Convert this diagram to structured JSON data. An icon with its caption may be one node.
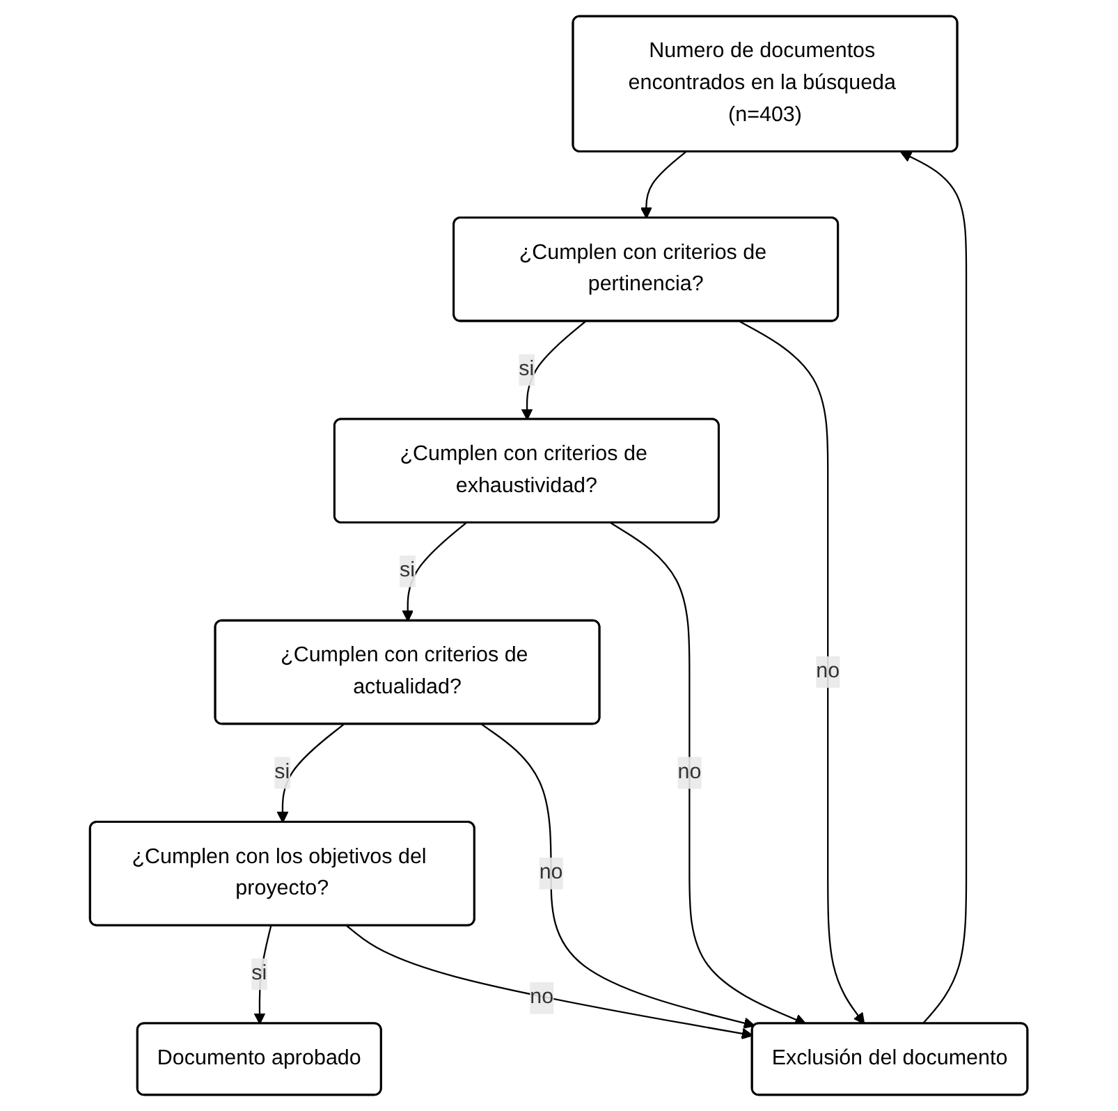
{
  "diagram": {
    "nodes": [
      {
        "text": [
          "Numero de documentos encontrados en la búsqueda (n=403)"
        ]
      },
      {
        "text": [
          "¿Cumplen con criterios de pertinencia?"
        ]
      },
      {
        "text": [
          "Exclusión del documento"
        ]
      },
      {
        "text": [
          "¿Cumplen con criterios de exhaustividad?"
        ]
      },
      {
        "text": [
          "¿Cumplen con criterios de actualidad?"
        ]
      },
      {
        "text": [
          "¿Cumplen con los objetivos del proyecto?"
        ]
      },
      {
        "text": [
          "Documento aprobado"
        ]
      }
    ],
    "edges": [
      {
        "from": 0,
        "to": 1,
        "arrow": "to"
      },
      {
        "from": 1,
        "to": 3,
        "arrow": "to",
        "label": "si"
      },
      {
        "from": 1,
        "to": 2,
        "arrow": "to",
        "label": "no"
      },
      {
        "from": 3,
        "to": 4,
        "arrow": "to",
        "label": "si"
      },
      {
        "from": 3,
        "to": 2,
        "arrow": "to",
        "label": "no"
      },
      {
        "from": 4,
        "to": 5,
        "arrow": "to",
        "label": "si"
      },
      {
        "from": 4,
        "to": 2,
        "arrow": "to",
        "label": "no"
      },
      {
        "from": 5,
        "to": 6,
        "arrow": "to",
        "label": "si"
      },
      {
        "from": 5,
        "to": 2,
        "arrow": "to",
        "label": "no"
      },
      {
        "from": 2,
        "to": 0,
        "arrow": "to"
      }
    ]
  }
}
